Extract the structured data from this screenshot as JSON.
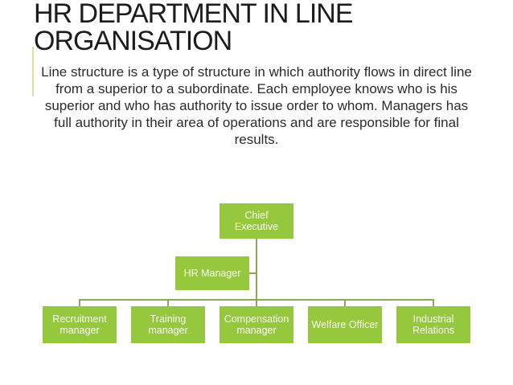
{
  "slide": {
    "title": "HR DEPARTMENT IN LINE\nORGANISATION",
    "body_text": "Line structure is a type of structure in which authority flows in direct line\nfrom a superior to a subordinate. Each employee knows who is  his\nsuperior and who has authority to issue order to whom. Managers has\nfull authority in their area of operations and are responsible for final\nresults."
  },
  "org": {
    "nodes": [
      {
        "id": "chief-executive",
        "label": "Chief\nExecutive"
      },
      {
        "id": "hr-manager",
        "label": "HR Manager"
      },
      {
        "id": "recruitment-manager",
        "label": "Recruitment\nmanager"
      },
      {
        "id": "training-manager",
        "label": "Training\nmanager"
      },
      {
        "id": "compensation-manager",
        "label": "Compensation\nmanager"
      },
      {
        "id": "welfare-officer",
        "label": "Welfare Officer"
      },
      {
        "id": "industrial-relations",
        "label": "Industrial\nRelations"
      }
    ],
    "structure": {
      "root": "Chief Executive",
      "assistant": "HR Manager",
      "children": [
        "Recruitment manager",
        "Training manager",
        "Compensation manager",
        "Welfare Officer",
        "Industrial Relations"
      ]
    }
  },
  "colors": {
    "title_text": "#1c1c1c",
    "body_text": "#2b2b2b",
    "node_fill": "#96C83D",
    "node_text": "#fbfbf5",
    "connector": "#8CA855",
    "accent_bar": "#D9E0A3",
    "slide_bg": "#ffffff"
  }
}
